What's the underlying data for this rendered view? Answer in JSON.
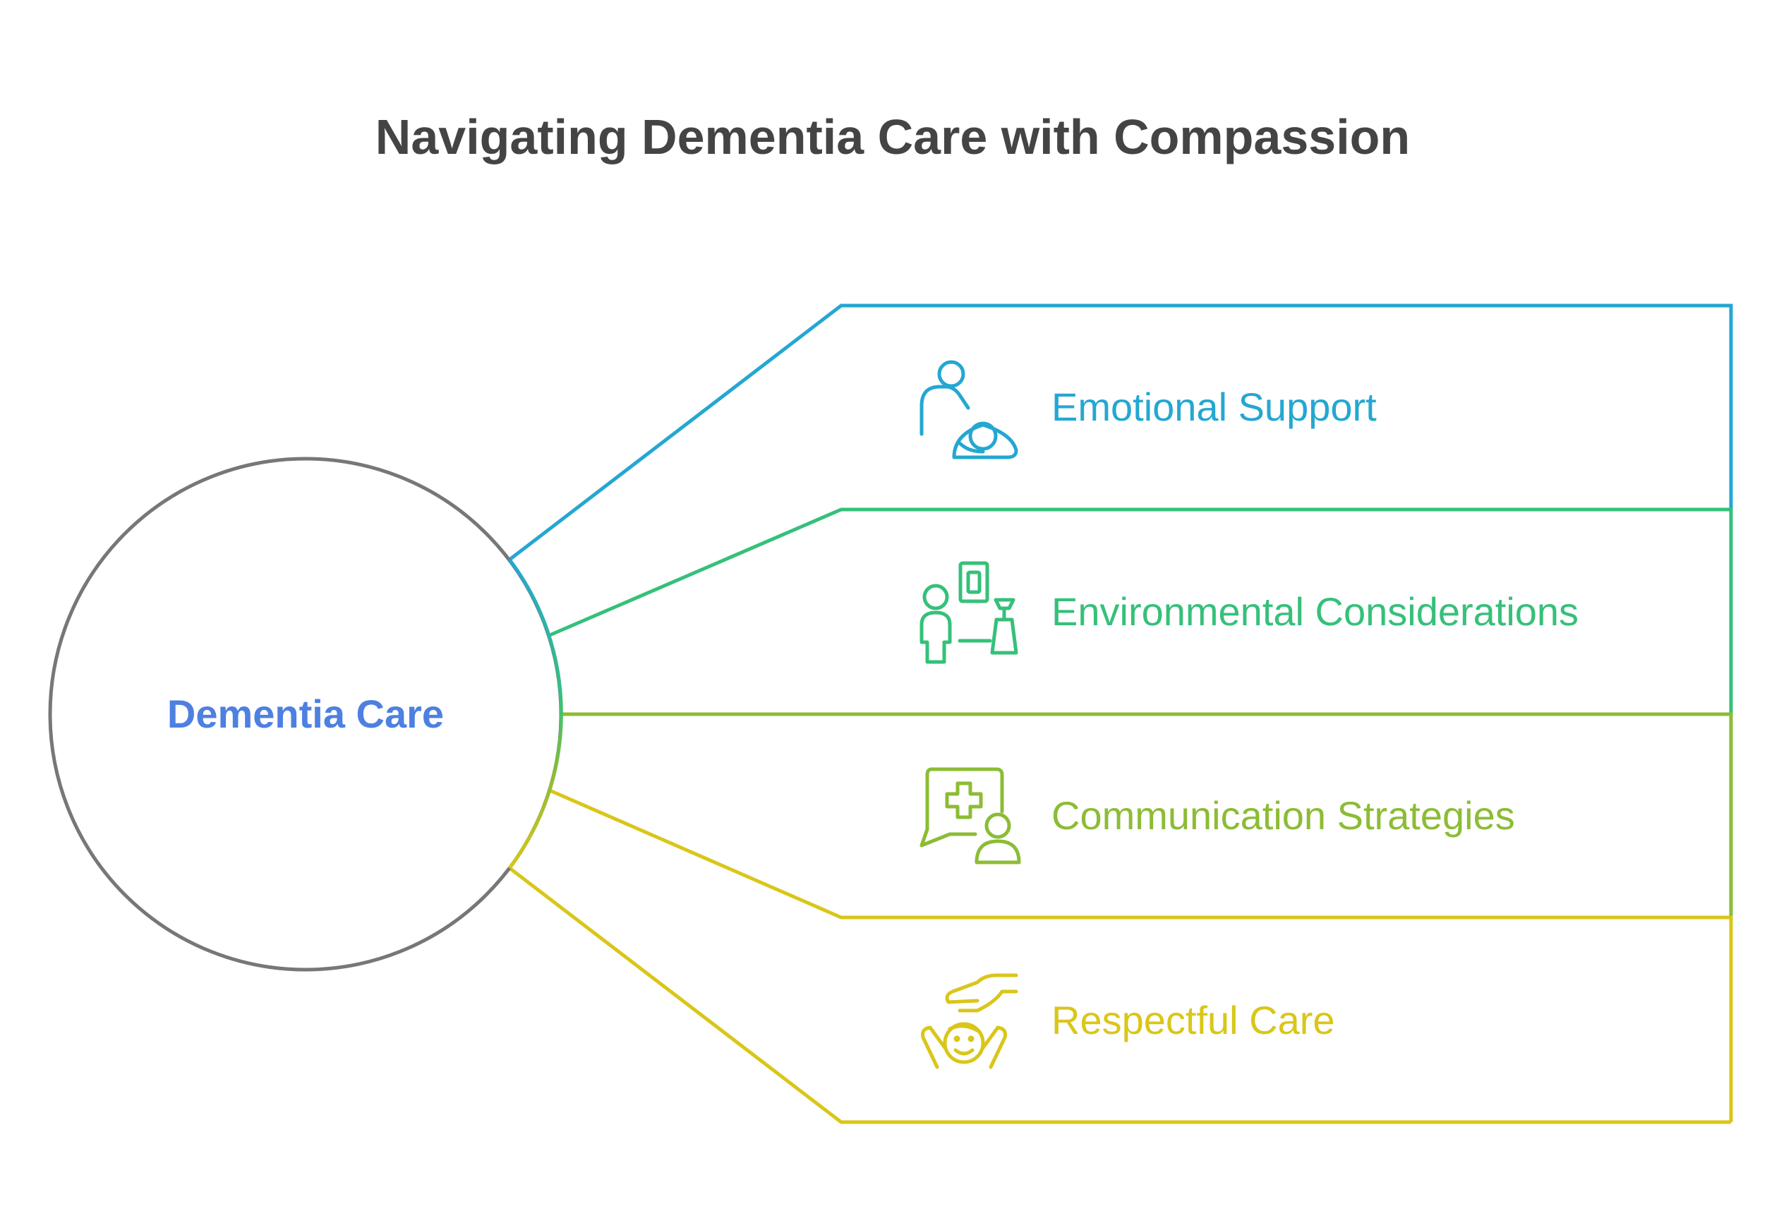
{
  "title": "Navigating Dementia Care with Compassion",
  "center": {
    "label": "Dementia Care",
    "color": "#4d80e0",
    "ring_color": "#777777"
  },
  "title_color": "#444444",
  "branches": [
    {
      "id": "emotional-support",
      "label": "Emotional Support",
      "color": "#24a7d2",
      "icon": "caregiver-holding-child-icon"
    },
    {
      "id": "environmental-considerations",
      "label": "Environmental Considerations",
      "color": "#36c07a",
      "icon": "person-room-furniture-icon"
    },
    {
      "id": "communication-strategies",
      "label": "Communication Strategies",
      "color": "#8cbc35",
      "icon": "medical-chat-person-icon"
    },
    {
      "id": "respectful-care",
      "label": "Respectful Care",
      "color": "#d9c619",
      "icon": "hand-over-child-icon"
    }
  ]
}
